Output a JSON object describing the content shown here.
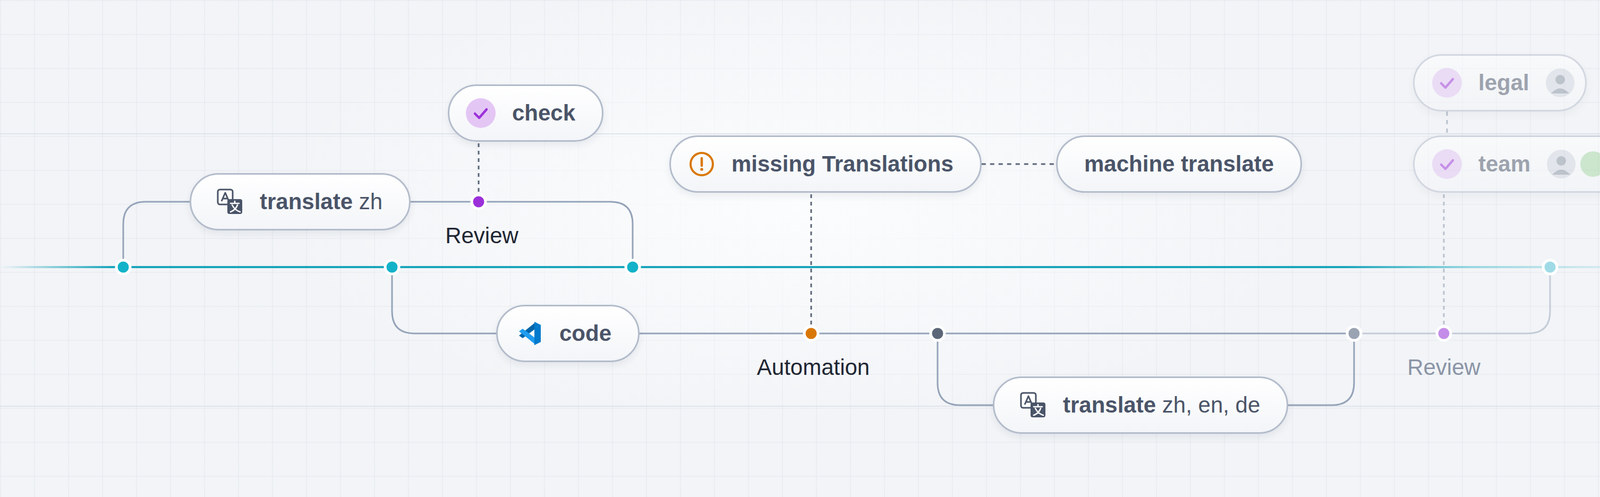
{
  "diagram": {
    "nodes": [
      {
        "text": [
          "check"
        ]
      },
      {
        "text": [
          "translate",
          "zh"
        ]
      },
      {
        "text": [
          "missing Translations"
        ]
      },
      {
        "text": [
          "machine translate"
        ]
      },
      {
        "text": [
          "code"
        ]
      },
      {
        "text": [
          "translate",
          "zh, en, de"
        ]
      },
      {
        "text": [
          "legal"
        ]
      },
      {
        "text": [
          "team"
        ]
      }
    ],
    "edges": [
      {
        "from": 2,
        "to": 3,
        "arrow": "none"
      },
      {
        "from": 6,
        "to": 7,
        "arrow": "none"
      }
    ],
    "labels": [
      "Review",
      "Automation",
      "Review"
    ]
  }
}
